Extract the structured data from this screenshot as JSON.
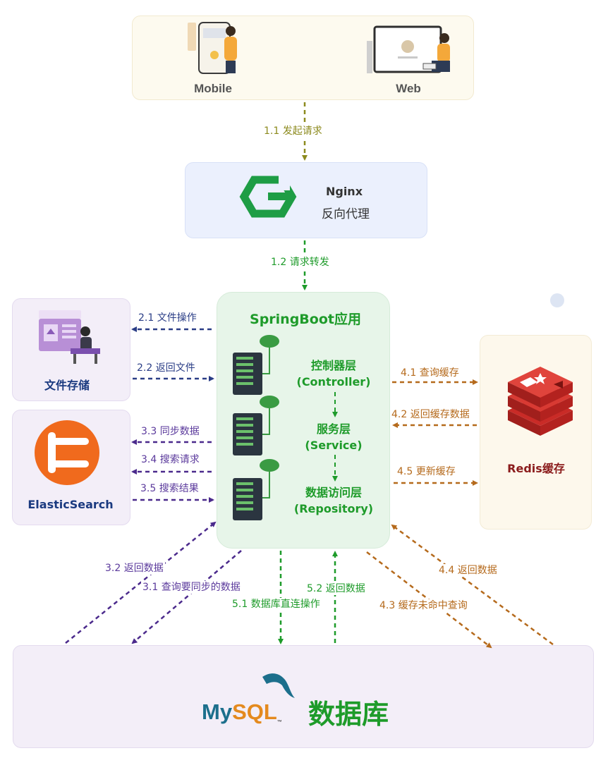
{
  "clients": {
    "mobile": "Mobile",
    "web": "Web"
  },
  "nginx": {
    "title": "Nginx",
    "subtitle": "反向代理"
  },
  "spring": {
    "title": "SpringBoot应用",
    "layers": [
      {
        "name": "控制器层",
        "en": "(Controller)"
      },
      {
        "name": "服务层",
        "en": "(Service)"
      },
      {
        "name": "数据访问层",
        "en": "(Repository)"
      }
    ]
  },
  "file_storage": {
    "title": "文件存储"
  },
  "elasticsearch": {
    "title": "ElasticSearch"
  },
  "redis": {
    "title": "Redis缓存"
  },
  "database": {
    "title": "数据库",
    "logo_text_my": "My",
    "logo_text_sql": "SQL",
    "logo_tm": "™"
  },
  "flows": {
    "f1_1": "1.1 发起请求",
    "f1_2": "1.2 请求转发",
    "f2_1": "2.1 文件操作",
    "f2_2": "2.2 返回文件",
    "f3_1": "3.1 查询要同步的数据",
    "f3_2": "3.2 返回数据",
    "f3_3": "3.3 同步数据",
    "f3_4": "3.4 搜索请求",
    "f3_5": "3.5 搜索结果",
    "f4_1": "4.1 查询缓存",
    "f4_2": "4.2 返回缓存数据",
    "f4_3": "4.3 缓存未命中查询",
    "f4_4": "4.4 返回数据",
    "f4_5": "4.5 更新缓存",
    "f5_1": "5.1 数据库直连操作",
    "f5_2": "5.2 返回数据"
  },
  "colors": {
    "request_flow": "#8c8a1e",
    "spring_flow": "#1e9b2a",
    "file_flow": "#2a3d86",
    "search_flow": "#5b3a9c",
    "cache_flow": "#b56a1c"
  }
}
